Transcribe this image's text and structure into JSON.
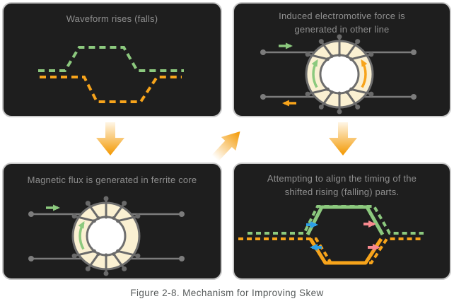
{
  "figure": {
    "caption": "Figure 2-8. Mechanism for Improving Skew"
  },
  "panels": {
    "waveform_rises": {
      "title": "Waveform rises (falls)"
    },
    "induced_emf": {
      "title_line1": "Induced electromotive force is",
      "title_line2": "generated in other line"
    },
    "magnetic_flux": {
      "title": "Magnetic flux is generated in ferrite core"
    },
    "align_timing": {
      "title_line1": "Attempting to align the timing of the",
      "title_line2": "shifted rising (falling) parts."
    }
  },
  "icons": {
    "flow_down_arrow": "orange gradient arrow pointing down",
    "flow_up_right_arrow": "orange gradient arrow pointing up-right",
    "current_right_arrow": "green arrow pointing right",
    "current_left_arrow": "orange arrow pointing left",
    "flux_arrow_green": "green curved arrow inside core",
    "flux_arrow_orange": "orange curved arrow inside core",
    "shift_arrow_blue": "blue horizontal shift arrow",
    "shift_arrow_pink": "pink horizontal shift arrow"
  },
  "colors": {
    "green": "#8CC97E",
    "orange": "#F7A41B",
    "blue": "#2E9FE6",
    "pink": "#F8898E",
    "core_fill": "#FAF0D2",
    "core_stroke": "#6E6E6E",
    "wire_gray": "#6A6A6A",
    "line_gray": "#7C7C7C",
    "panel_bg": "#1E1E1E",
    "panel_border": "#C9C9C9",
    "title_gray": "#8F8F8F",
    "caption_gray": "#575B5B",
    "flow_arrow_orange": "#F39800",
    "flow_arrow_light": "#FFF6E6",
    "background": "#FFFFFF"
  }
}
